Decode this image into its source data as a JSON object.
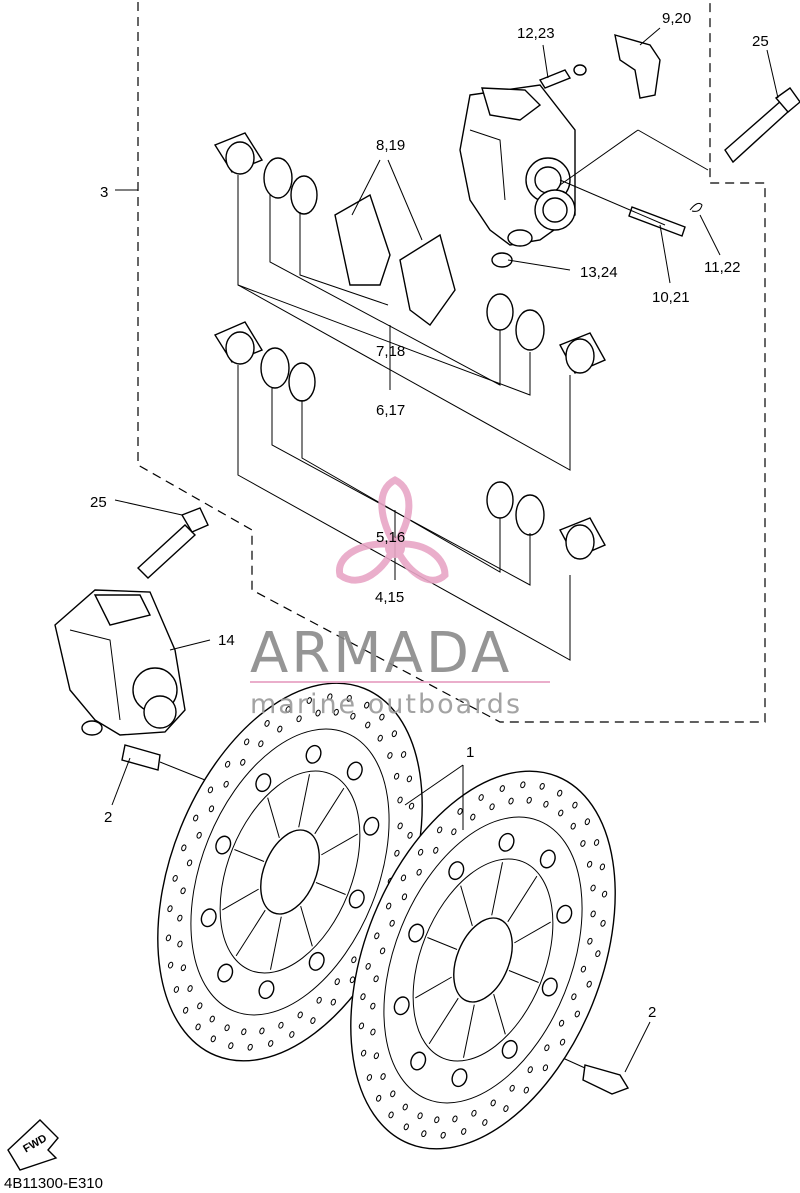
{
  "labels": {
    "p1": "1",
    "p2a": "2",
    "p2b": "2",
    "p3": "3",
    "p4_15": "4,15",
    "p5_16": "5,16",
    "p6_17": "6,17",
    "p7_18": "7,18",
    "p8_19": "8,19",
    "p9_20": "9,20",
    "p10_21": "10,21",
    "p11_22": "11,22",
    "p12_23": "12,23",
    "p13_24": "13,24",
    "p14": "14",
    "p25a": "25",
    "p25b": "25"
  },
  "watermark": {
    "brand": "ARMADA",
    "tagline": "marine outboards",
    "color": "#e8a6c6"
  },
  "fwd_label": "FWD",
  "diagram_code": "4B11300-E310"
}
